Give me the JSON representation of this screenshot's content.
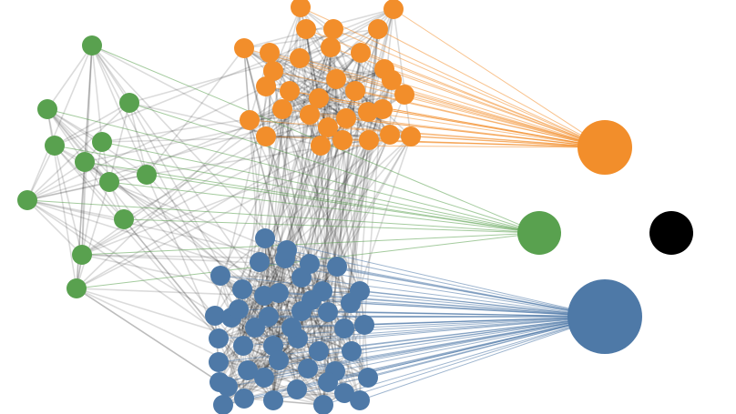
{
  "colors": {
    "background": "#ffffff",
    "edge": "#000000",
    "orange": "#f28e2b",
    "green": "#59a14f",
    "blue": "#4e79a7",
    "black": "#000000"
  },
  "groups": [
    {
      "id": "orange",
      "color_key": "orange",
      "node_count": 32,
      "summary_node": true
    },
    {
      "id": "green",
      "color_key": "green",
      "node_count": 12,
      "summary_node": true
    },
    {
      "id": "blue",
      "color_key": "blue",
      "node_count": 48,
      "summary_node": true
    },
    {
      "id": "black",
      "color_key": "black",
      "node_count": 0,
      "summary_node": true
    }
  ]
}
